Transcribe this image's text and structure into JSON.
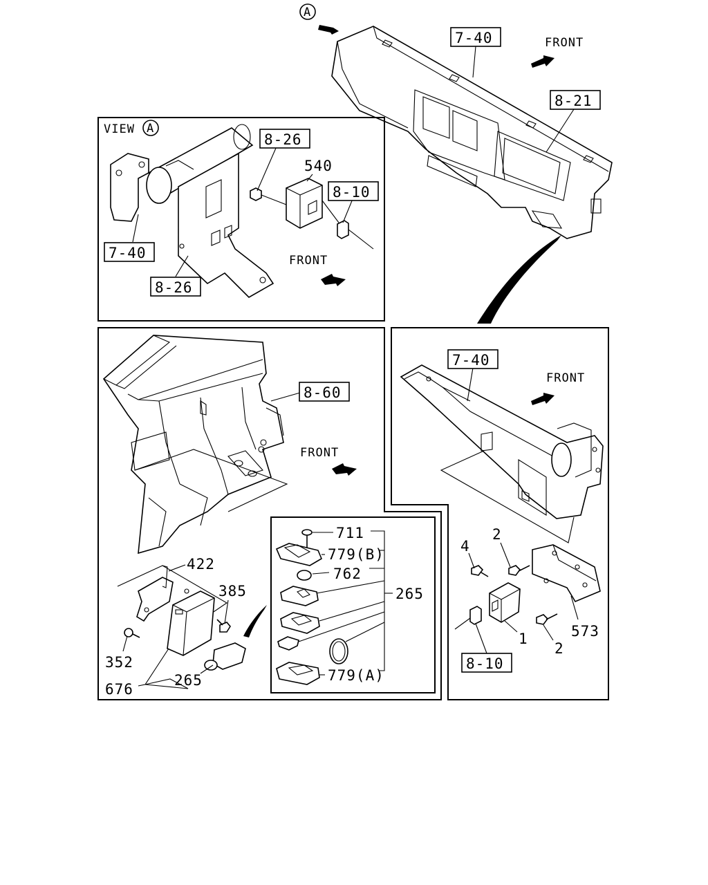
{
  "view_marker": {
    "letter": "A",
    "title": "VIEW"
  },
  "directions": {
    "front": "FRONT"
  },
  "refs": {
    "r7_40": "7-40",
    "r8_21": "8-21",
    "r8_26": "8-26",
    "r8_10": "8-10",
    "r8_60": "8-60"
  },
  "parts": {
    "p540": "540",
    "p711": "711",
    "p779b": "779(B)",
    "p762": "762",
    "p265": "265",
    "p779a": "779(A)",
    "p422": "422",
    "p385": "385",
    "p352": "352",
    "p676": "676",
    "p4": "4",
    "p2": "2",
    "p1": "1",
    "p573": "573"
  }
}
